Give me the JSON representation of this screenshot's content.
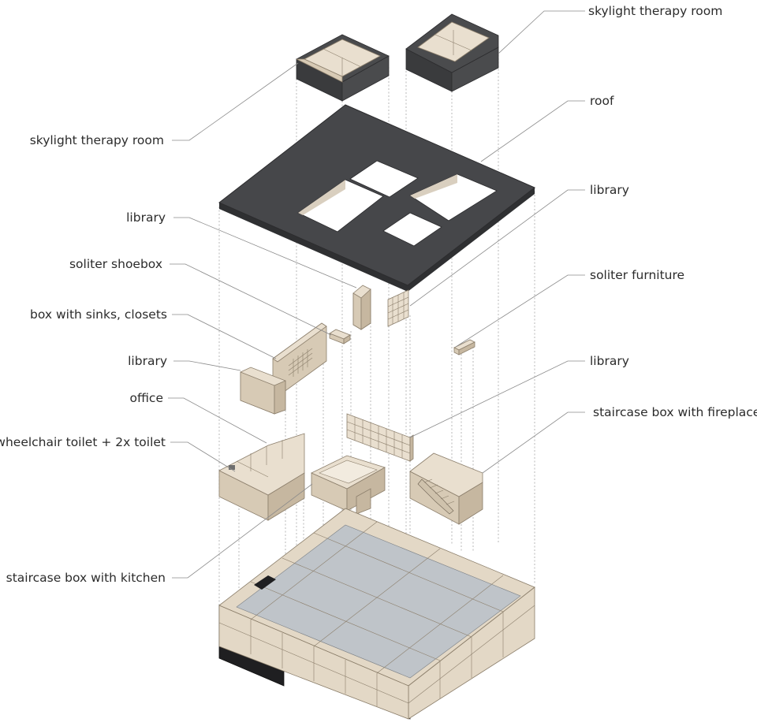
{
  "labels": {
    "skylight_right": "skylight therapy room",
    "skylight_left": "skylight therapy room",
    "roof": "roof",
    "library_right_top": "library",
    "library_left_top": "library",
    "soliter_shoebox": "soliter shoebox",
    "soliter_furniture": "soliter furniture",
    "box_sinks": "box with sinks, closets",
    "library_left_mid": "library",
    "library_right_mid": "library",
    "office": "office",
    "staircase_fireplace": "staircase box with fireplace",
    "wheelchair_toilet": "wheelchair toilet + 2x toilet",
    "staircase_kitchen": "staircase box with kitchen"
  },
  "colors": {
    "roof": "#46474a",
    "wood": "#e9dfcf",
    "glass": "#bfc4c9",
    "base": "#1f1f21"
  }
}
